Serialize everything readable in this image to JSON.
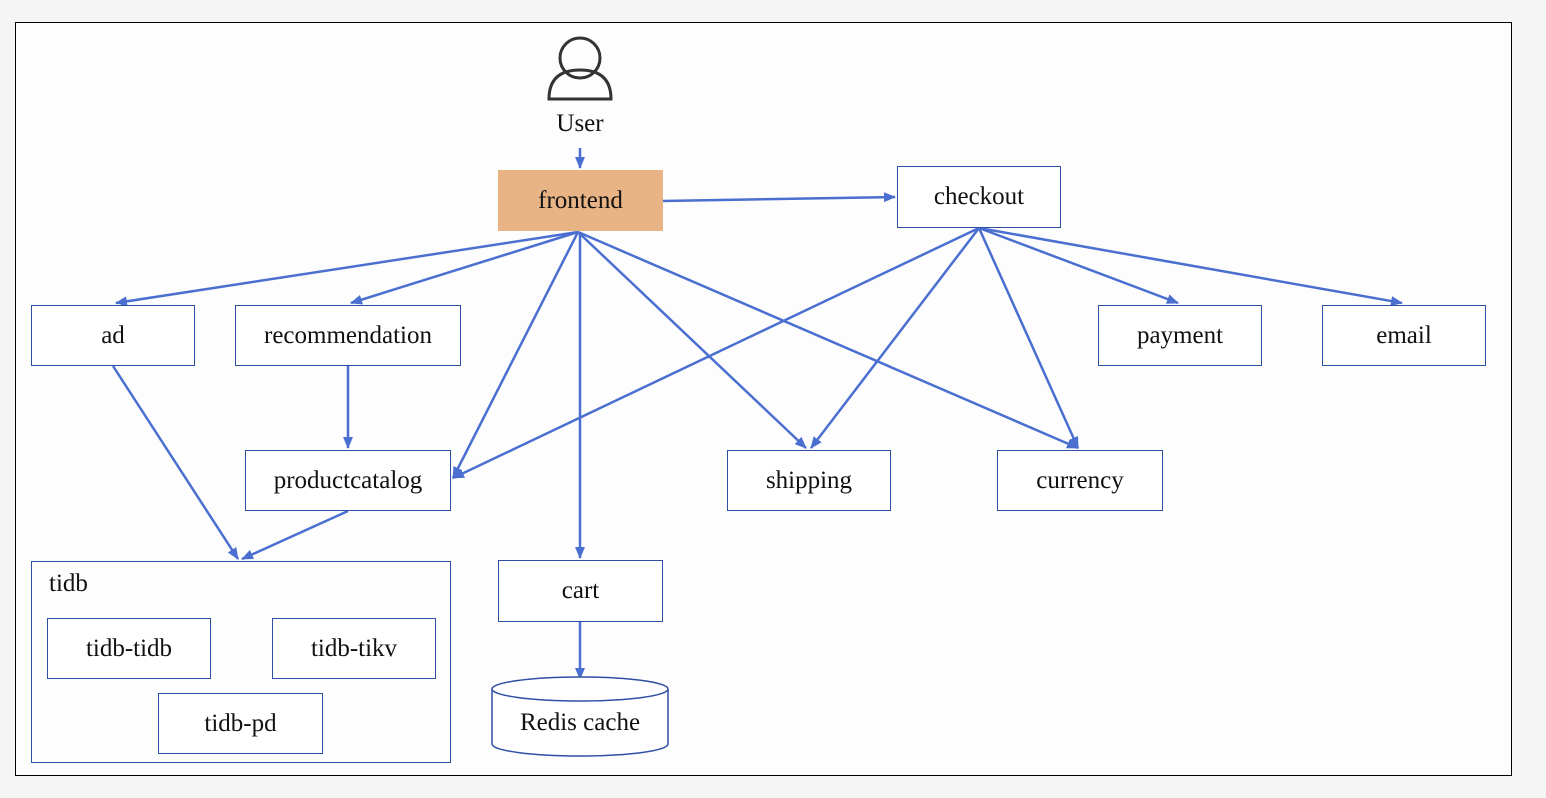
{
  "diagram": {
    "user": {
      "label": "User",
      "icon": "user-icon"
    },
    "nodes": {
      "frontend": "frontend",
      "checkout": "checkout",
      "ad": "ad",
      "recommendation": "recommendation",
      "payment": "payment",
      "email": "email",
      "productcatalog": "productcatalog",
      "shipping": "shipping",
      "currency": "currency",
      "cart": "cart",
      "redis": "Redis cache"
    },
    "tidb_group": {
      "label": "tidb",
      "members": [
        "tidb-tidb",
        "tidb-tikv",
        "tidb-pd"
      ]
    },
    "edges": [
      [
        "user",
        "frontend"
      ],
      [
        "frontend",
        "checkout"
      ],
      [
        "frontend",
        "ad"
      ],
      [
        "frontend",
        "recommendation"
      ],
      [
        "frontend",
        "productcatalog"
      ],
      [
        "frontend",
        "cart"
      ],
      [
        "frontend",
        "shipping"
      ],
      [
        "frontend",
        "currency"
      ],
      [
        "checkout",
        "productcatalog"
      ],
      [
        "checkout",
        "shipping"
      ],
      [
        "checkout",
        "currency"
      ],
      [
        "checkout",
        "payment"
      ],
      [
        "checkout",
        "email"
      ],
      [
        "recommendation",
        "productcatalog"
      ],
      [
        "ad",
        "tidb"
      ],
      [
        "productcatalog",
        "tidb"
      ],
      [
        "cart",
        "redis"
      ]
    ],
    "colors": {
      "edge": "#4a6fd0",
      "box_border": "#2f4fa5",
      "frontend_fill": "#e8b486"
    }
  }
}
